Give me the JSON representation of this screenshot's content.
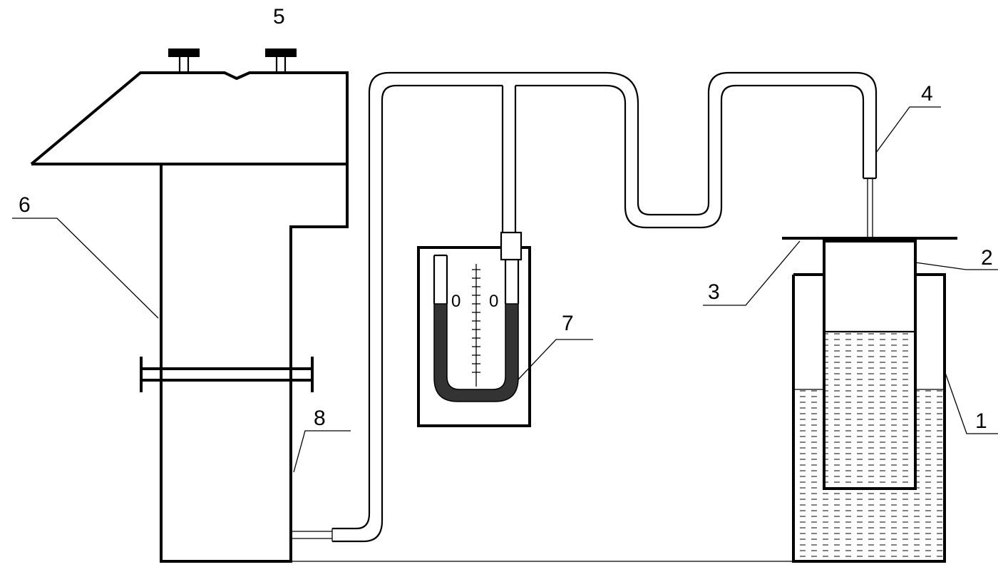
{
  "labels": {
    "one": "1",
    "two": "2",
    "three": "3",
    "four": "4",
    "five": "5",
    "six": "6",
    "seven": "7",
    "eight": "8"
  },
  "manometer": {
    "zero_left": "0",
    "zero_right": "0"
  }
}
